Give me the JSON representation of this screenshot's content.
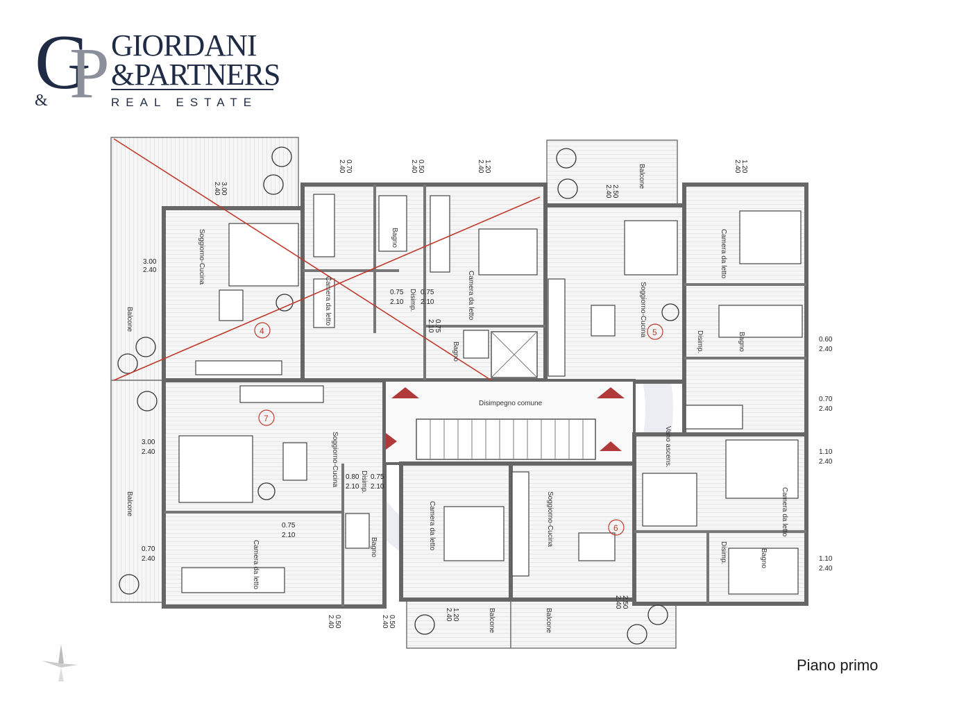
{
  "brand": {
    "monogram_g": "G",
    "monogram_p": "P",
    "monogram_amp": "&",
    "name_line1": "GIORDANI",
    "name_line2": "&PARTNERS",
    "tagline": "REAL ESTATE",
    "color": "#1f2a44"
  },
  "caption": "Piano primo",
  "colors": {
    "wall": "#6b6b6b",
    "floor_hatch": "#d9d9d9",
    "cross": "#c0392b",
    "unit_circle": "#c0392b",
    "arrow": "#b03a3a"
  },
  "rooms": {
    "soggiorno_cucina_4": "Soggiorno-Cucina",
    "balcone_west": "Balcone",
    "camera_4": "Camera da letto",
    "bagno_4": "Bagno",
    "camera_4b": "Camera da letto",
    "disimp_4": "Disimp.",
    "bagno_4b": "Bagno",
    "balcone_north_right": "Balcone",
    "camera_5": "Camera da letto",
    "soggiorno_cucina_5": "Soggiorno-Cucina",
    "disimp_5": "Disimp.",
    "bagno_5": "Bagno",
    "disimpegno_comune": "Disimpegno comune",
    "vano_ascensore": "Vano ascens.",
    "soggiorno_cucina_7": "Soggiorno-Cucina",
    "balcone_sw": "Balcone",
    "camera_7": "Camera da letto",
    "disimp_7": "Disimp.",
    "bagno_7": "Bagno",
    "camera_7b": "Camera da letto",
    "soggiorno_cucina_6": "Soggiorno-Cucina",
    "camera_6": "Camera da letto",
    "disimp_6": "Disimp.",
    "bagno_6": "Bagno",
    "balcone_south1": "Balcone",
    "balcone_south2": "Balcone"
  },
  "units": {
    "u4": "4",
    "u5": "5",
    "u7": "7",
    "u6": "6"
  },
  "dimensions": {
    "d1_top": "0.70",
    "d1_bot": "2.40",
    "d2_top": "0.50",
    "d2_bot": "2.40",
    "d3_top": "1.20",
    "d3_bot": "2.40",
    "d4_top": "3.00",
    "d4_bot": "2.40",
    "d5_top": "3.00",
    "d5_bot": "2.40",
    "d6_top": "2.50",
    "d6_bot": "2.40",
    "d7_top": "1.20",
    "d7_bot": "2.40",
    "d8_top": "0.60",
    "d8_bot": "2.40",
    "d9_top": "0.70",
    "d9_bot": "2.40",
    "d10_top": "1.10",
    "d10_bot": "2.40",
    "d11_top": "1.10",
    "d11_bot": "2.40",
    "d12_top": "3.00",
    "d12_bot": "2.40",
    "d13_top": "0.70",
    "d13_bot": "2.40",
    "d14_top": "0.50",
    "d14_bot": "2.40",
    "d15_top": "0.50",
    "d15_bot": "2.40",
    "d16_top": "1.20",
    "d16_bot": "2.40",
    "d17_top": "2.50",
    "d17_bot": "2.40",
    "d18_top": "0.75",
    "d18_bot": "2.10",
    "d19_top": "0.75",
    "d19_bot": "2.10",
    "d20_top": "0.75",
    "d20_bot": "2.10",
    "d21_top": "0.80",
    "d21_bot": "2.10",
    "d22_top": "0.75",
    "d22_bot": "2.10",
    "d23_top": "0.75",
    "d23_bot": "2.10"
  }
}
